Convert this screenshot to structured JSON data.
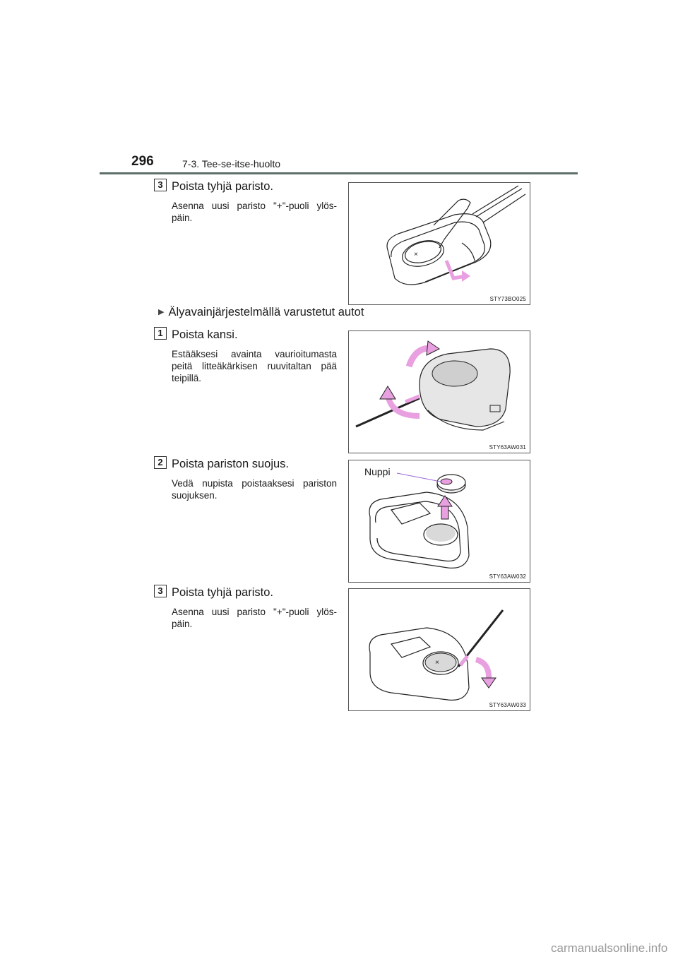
{
  "header": {
    "page_number": "296",
    "section": "7-3. Tee-se-itse-huolto"
  },
  "steps": [
    {
      "num": "3",
      "title": "Poista tyhjä paristo.",
      "desc": "Asenna uusi paristo \"+\"-puoli ylös-päin.",
      "code": "STY73BO025"
    },
    {
      "num": "1",
      "title": "Poista kansi.",
      "desc": "Estääksesi avainta vaurioitumasta peitä litteäkärkisen ruuvitaltan pää teipillä.",
      "code": "STY63AW031"
    },
    {
      "num": "2",
      "title": "Poista pariston suojus.",
      "desc": "Vedä nupista poistaaksesi pariston suojuksen.",
      "code": "STY63AW032",
      "callout": "Nuppi"
    },
    {
      "num": "3",
      "title": "Poista tyhjä paristo.",
      "desc": "Asenna uusi paristo \"+\"-puoli ylös-päin.",
      "code": "STY63AW033"
    }
  ],
  "subheading": "Älyavainjärjestelmällä varustetut autot",
  "footer": {
    "watermark": "carmanualsonline.info"
  }
}
